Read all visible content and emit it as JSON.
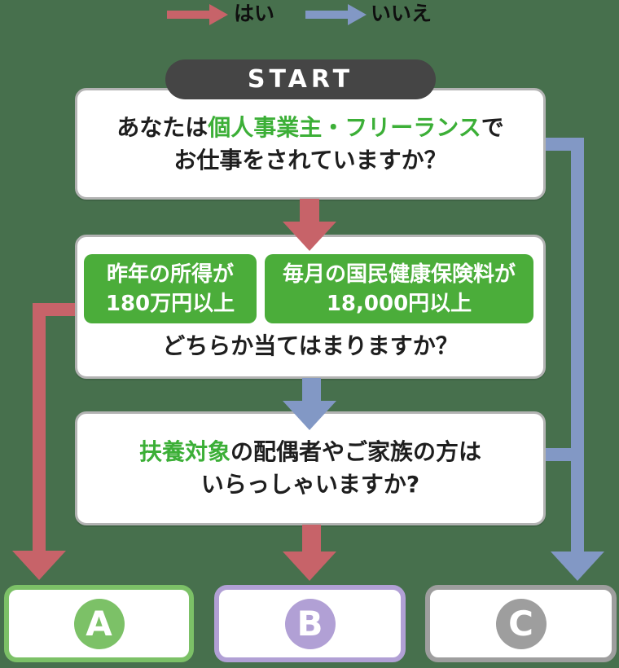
{
  "legend": {
    "yes_label": "はい",
    "no_label": "いいえ"
  },
  "start": {
    "label": "START"
  },
  "flow": {
    "q1": {
      "line1_pre": "あなたは",
      "line1_highlight": "個人事業主・フリーランス",
      "line1_post": "で",
      "line2": "お仕事をされていますか？"
    },
    "q2": {
      "condition1": {
        "line1": "昨年の所得が",
        "line2": "180万円以上"
      },
      "condition2": {
        "line1": "毎月の国民健康保険料が",
        "line2": "18,000円以上"
      },
      "question": "どちらか当てはまりますか？"
    },
    "q3": {
      "line1_highlight": "扶養対象",
      "line1_post": "の配偶者やご家族の方は",
      "line2": "いらっしゃいますか?"
    }
  },
  "results": {
    "a": {
      "label": "A"
    },
    "b": {
      "label": "B"
    },
    "c": {
      "label": "C"
    }
  },
  "colors": {
    "bg": "#47704d",
    "yes": "#c76369",
    "no": "#8298c5",
    "hl": "#3caf37",
    "chip": "#4bad3a",
    "startbg": "#454545",
    "ra": "#7cc167",
    "rb": "#b1a0d5",
    "rc": "#9e9e9e"
  }
}
